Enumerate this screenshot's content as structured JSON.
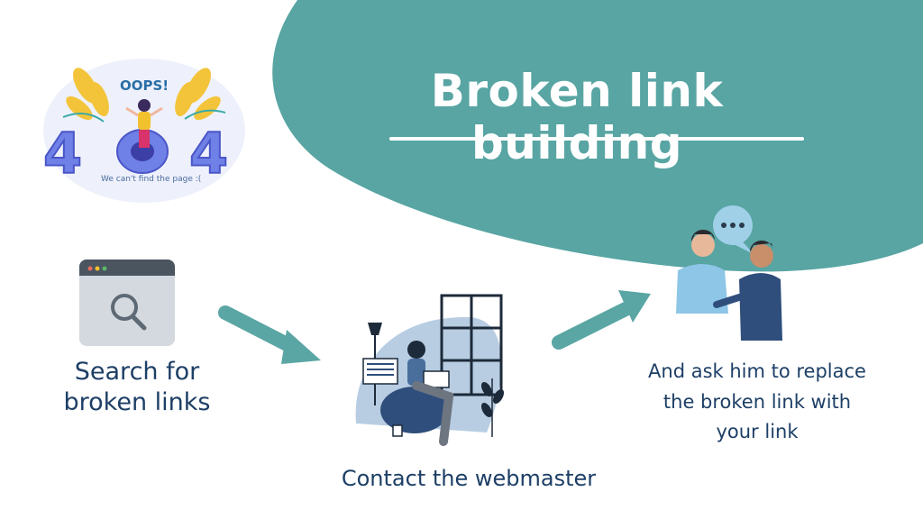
{
  "title": "Broken link building",
  "steps": [
    {
      "label_line1": "Search for",
      "label_line2": "broken links"
    },
    {
      "label": "Contact the webmaster"
    },
    {
      "label_line1": "And ask him to replace",
      "label_line2": "the broken link with",
      "label_line3": "your link"
    }
  ],
  "illustration_404": {
    "oops": "OOPS!",
    "code": "404",
    "message": "We can't find the page :("
  },
  "colors": {
    "teal": "#58a5a3",
    "navy_text": "#1d3f66",
    "arrow": "#5aa6a4"
  }
}
